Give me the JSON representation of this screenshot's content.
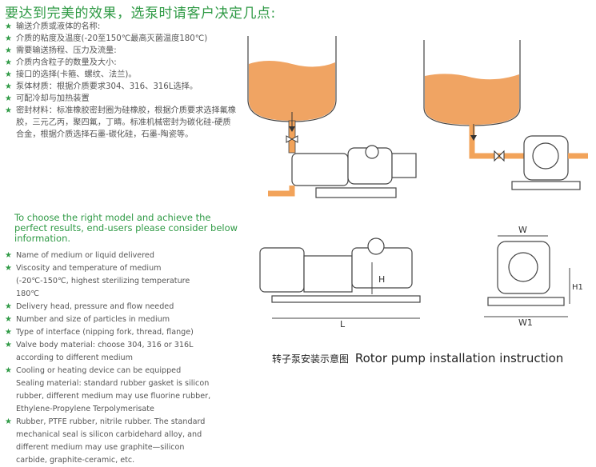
{
  "title_cn": "要达到完美的效果，选泵时请客户决定几点:",
  "cn_items": [
    "输送介质或液体的名称:",
    "介质的粘度及温度(-20至150℃最高灭菌温度180℃)",
    "需要输送扬程、压力及流量:",
    "介质内含粒子的数量及大小:",
    "接口的选择(卡箍、螺纹、法兰)。",
    "泵体材质：根据介质要求304、316、316L选择。",
    "可配冷却与加热装置",
    "密封材料：标准橡胶密封圈为硅橡胶，根据介质要求选择氟橡胶，三元乙丙，聚四氟，丁睛。标准机械密封为碳化硅-硬质合金，根据介质选择石墨-碳化硅，石墨-陶瓷等。"
  ],
  "title_en": "To choose the right model and achieve the perfect results, end-users please consider below information.",
  "en_items": [
    {
      "text": "Name of medium or liquid delivered",
      "star": true
    },
    {
      "text": "Viscosity and temperature of medium (-20℃-150℃, highest sterilizing temperature 180℃",
      "star": true
    },
    {
      "text": "Delivery head, pressure and flow needed",
      "star": true
    },
    {
      "text": "Number and size of particles in medium",
      "star": true
    },
    {
      "text": "Type of interface (nipping fork, thread, flange)",
      "star": true
    },
    {
      "text": "Valve body material: choose 304, 316 or 316L according to different medium",
      "star": true
    },
    {
      "text": "Cooling or heating device can be equipped",
      "star": true
    },
    {
      "text": "Sealing material: standard rubber gasket is silicon rubber, different medium may use fluorine rubber, Ethylene-Propylene Terpolymerisate",
      "star": false
    },
    {
      "text": "Rubber, PTFE rubber, nitrile rubber. The standard mechanical seal is silicon carbidehard alloy, and different medium may use graphite—silicon carbide, graphite-ceramic, etc.",
      "star": true
    }
  ],
  "diagram_labels": {
    "h": "H",
    "l": "L",
    "w": "W",
    "w1": "W1",
    "h1": "H1"
  },
  "caption_cn": "转子泵安装示意图",
  "caption_en": "Rotor pump installation instruction",
  "colors": {
    "accent_green": "#2f9a45",
    "liquid_orange": "#f0a463",
    "pipe_orange": "#f2a35a"
  }
}
